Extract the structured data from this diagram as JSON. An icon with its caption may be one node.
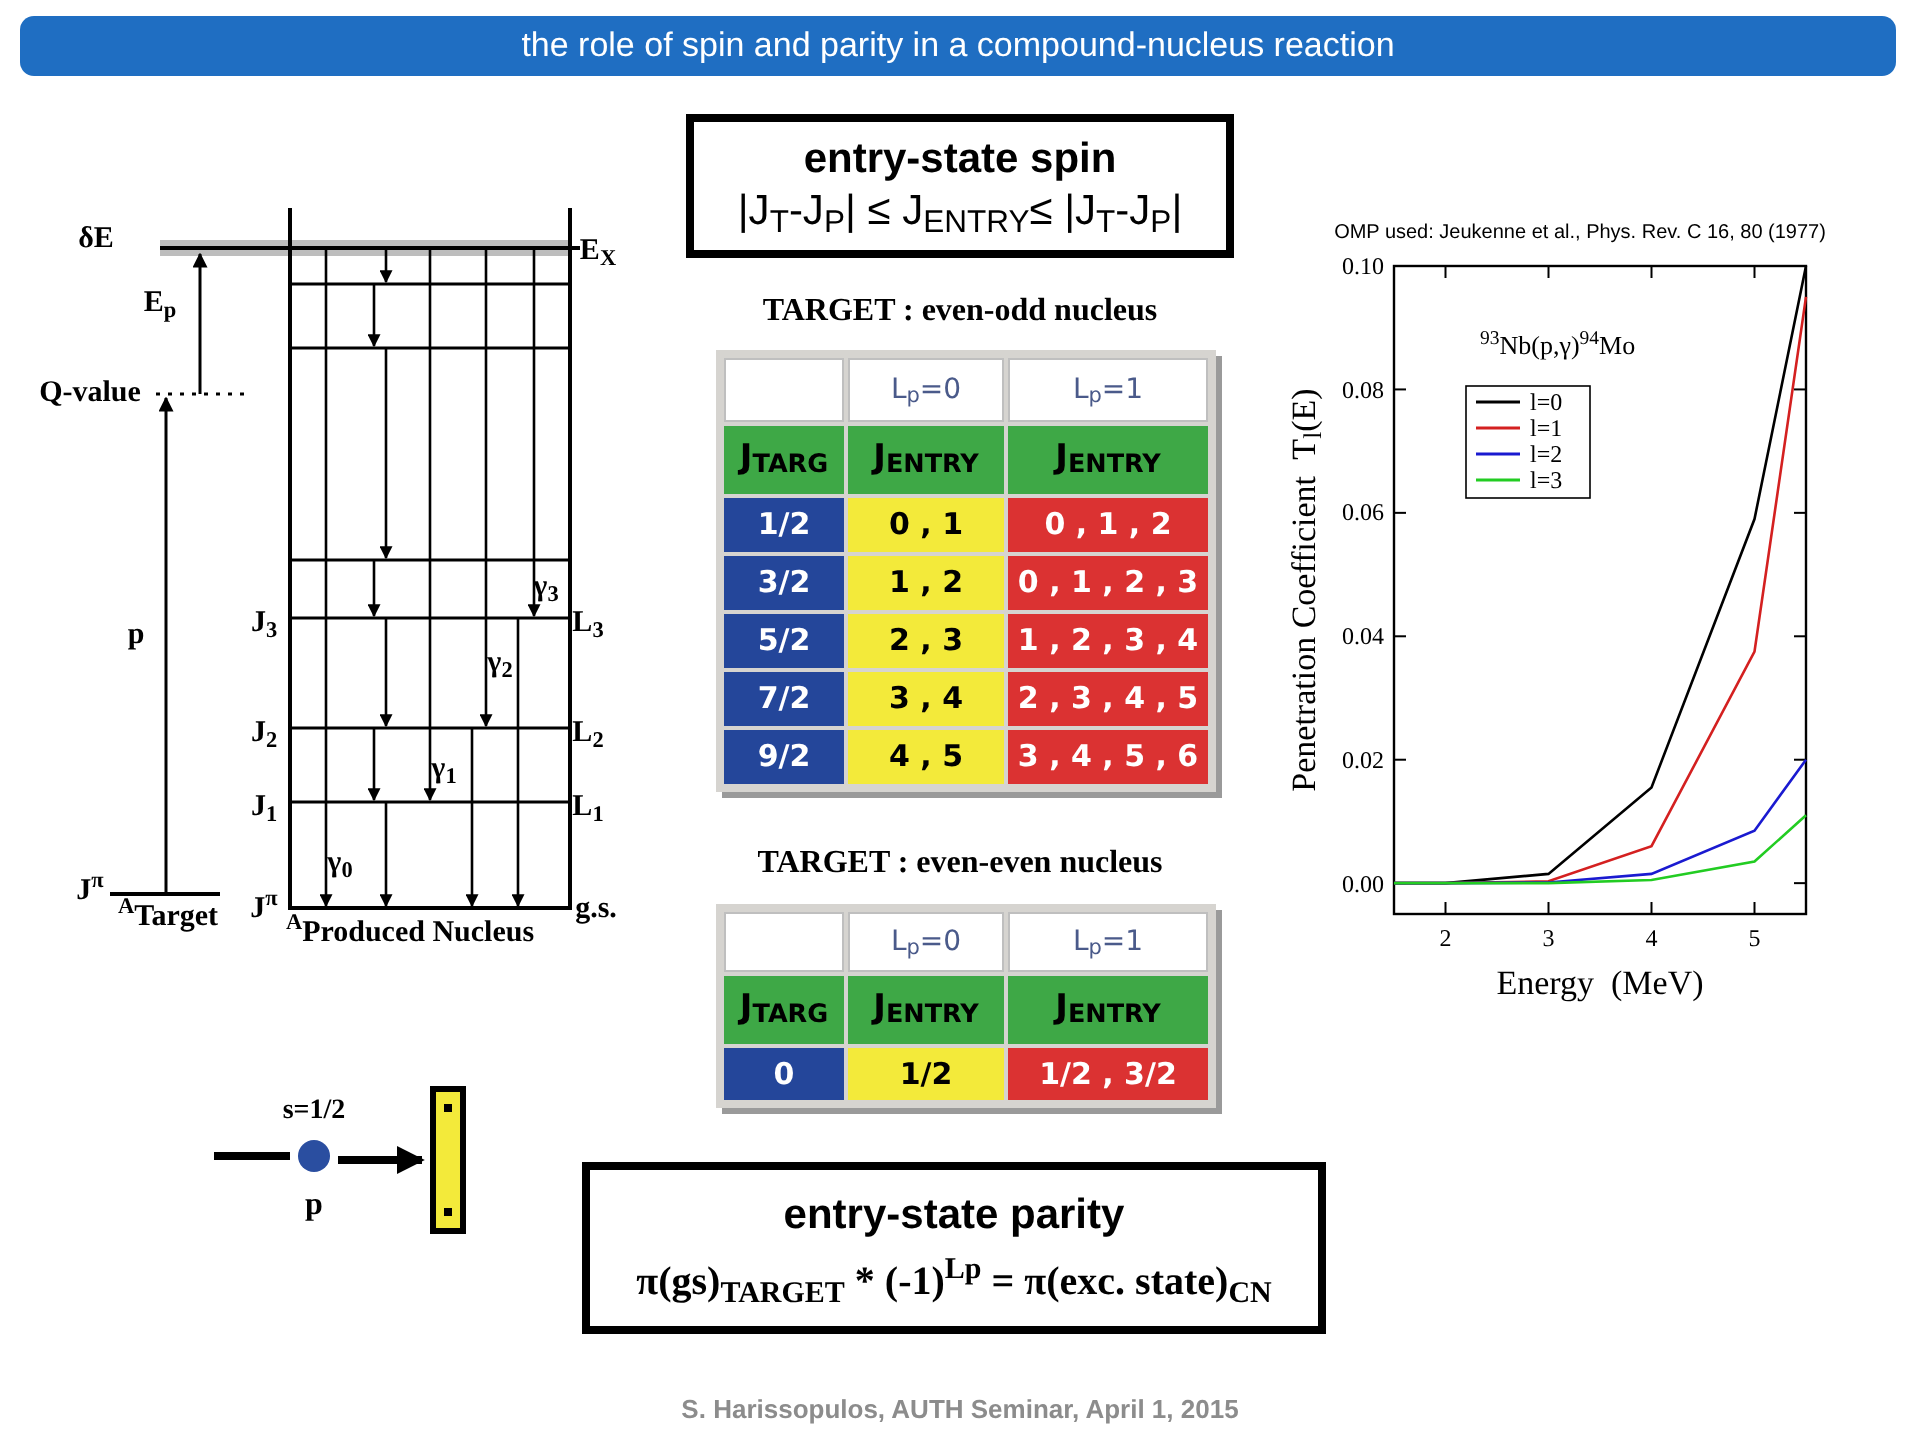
{
  "diagram": {
    "title": "the role of spin and parity in a compound-nucleus reaction",
    "caption": "S. Harissopulos, AUTH Seminar, April 1, 2015",
    "nodes": [
      {
        "text": [
          "entry-state spin",
          "|J$_{T}$-J$_{P}$| ≤ J$_{ENTRY}$≤ |J$_{T}$-J$_{P}$|"
        ]
      },
      {
        "text": [
          "entry-state parity",
          "π(gs)$_{TARGET}$ * (-1)$^{Lp}$ = π(exc. state)$_{CN}$"
        ]
      },
      {
        "text": [],
        "shape": "circle",
        "beside": [
          "s=1/2",
          "p"
        ]
      },
      {
        "text": [],
        "shape": "bar"
      }
    ],
    "edges": [
      {
        "from": null,
        "to": 2,
        "arrow": "none"
      },
      {
        "from": 2,
        "to": 3,
        "arrow": "to"
      }
    ],
    "labels": [
      "δE",
      "E$_{X}$",
      "E$_{p}$",
      "Q-value",
      "p",
      "J$_{3}$",
      "L$_{3}$",
      "γ$_{3}$",
      "γ$_{2}$",
      "J$_{2}$",
      "L$_{2}$",
      "γ$_{1}$",
      "J$_{1}$",
      "L$_{1}$",
      "γ$_{0}$",
      "J$^{π}$",
      "$^{A}$Target",
      "J$^{π}$",
      "g.s.",
      "$^{A}$Produced Nucleus",
      "TARGET : even-odd nucleus",
      "L$_{p}$=0",
      "L$_{p}$=1",
      "J$_{TARG}$",
      "J$_{ENTRY}$",
      "J$_{ENTRY}$",
      "1/2",
      "0 , 1",
      "0 , 1 , 2",
      "3/2",
      "1 , 2",
      "0 , 1 , 2 , 3",
      "5/2",
      "2 , 3",
      "1 , 2 , 3 , 4",
      "7/2",
      "3 , 4",
      "2 , 3 , 4 , 5",
      "9/2",
      "4 , 5",
      "3 , 4 , 5 , 6",
      "TARGET : even-even nucleus",
      "L$_{p}$=0",
      "L$_{p}$=1",
      "J$_{TARG}$",
      "J$_{ENTRY}$",
      "J$_{ENTRY}$",
      "0",
      "1/2",
      "1/2 , 3/2",
      "OMP used: Jeukenne et al., Phys. Rev. C 16, 80 (1977)"
    ],
    "chart_data": {
      "type": "line",
      "title": "$^{93}$Nb(p,γ)$^{94}$Mo",
      "xlabel": "Energy  (MeV)",
      "ylabel": "Penetration Coefficient  T$_{l}$(E)",
      "x": [
        1.5,
        2,
        3,
        4,
        5,
        5.5
      ],
      "series": [
        {
          "name": "l=0",
          "color": "#000000",
          "values": [
            0,
            0,
            0.0015,
            0.0155,
            0.059,
            0.1
          ]
        },
        {
          "name": "l=1",
          "color": "#d42020",
          "values": [
            0,
            0,
            0.0003,
            0.006,
            0.0375,
            0.095
          ]
        },
        {
          "name": "l=2",
          "color": "#1a1ad0",
          "values": [
            0,
            0,
            0.0001,
            0.0015,
            0.0085,
            0.02
          ]
        },
        {
          "name": "l=3",
          "color": "#22cc22",
          "values": [
            0,
            0,
            0,
            0.0005,
            0.0035,
            0.011
          ]
        }
      ],
      "legend": true,
      "xlim": [
        1.5,
        5.5
      ],
      "ylim": [
        -0.005,
        0.1
      ],
      "xticks": [
        2,
        3,
        4,
        5
      ],
      "yticks": [
        {
          "value": 0,
          "label": "0.00"
        },
        {
          "value": 0.02,
          "label": "0.02"
        },
        {
          "value": 0.04,
          "label": "0.04"
        },
        {
          "value": 0.06,
          "label": "0.06"
        },
        {
          "value": 0.08,
          "label": "0.08"
        },
        {
          "value": 0.1,
          "label": "0.10"
        }
      ]
    }
  }
}
